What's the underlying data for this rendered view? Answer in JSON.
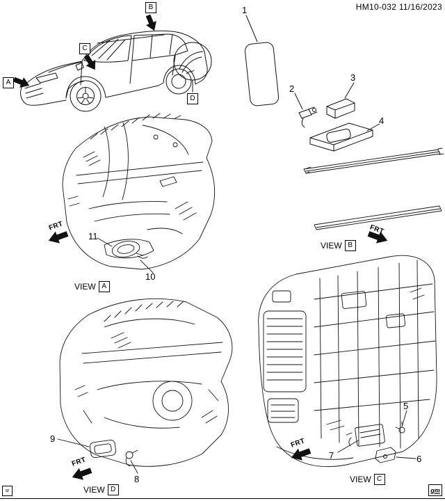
{
  "header": {
    "doc_code": "HM10-032 11/16/2023"
  },
  "vehicle": {
    "callout_a": "A",
    "callout_b": "B",
    "callout_c": "C",
    "callout_d": "D"
  },
  "callouts": {
    "n1": "1",
    "n2": "2",
    "n3": "3",
    "n4": "4",
    "n5": "5",
    "n6": "6",
    "n7": "7",
    "n8": "8",
    "n9": "9",
    "n10": "10",
    "n11": "11"
  },
  "views": {
    "a": {
      "caption": "VIEW",
      "letter": "A",
      "frt": "FRT"
    },
    "b": {
      "caption": "VIEW",
      "letter": "B",
      "frt": "FRT"
    },
    "c": {
      "caption": "VIEW",
      "letter": "C",
      "frt": "FRT"
    },
    "d": {
      "caption": "VIEW",
      "letter": "D",
      "frt": "FRT"
    }
  },
  "footer": {
    "left_mark": "sr",
    "right_mark": "gm"
  }
}
